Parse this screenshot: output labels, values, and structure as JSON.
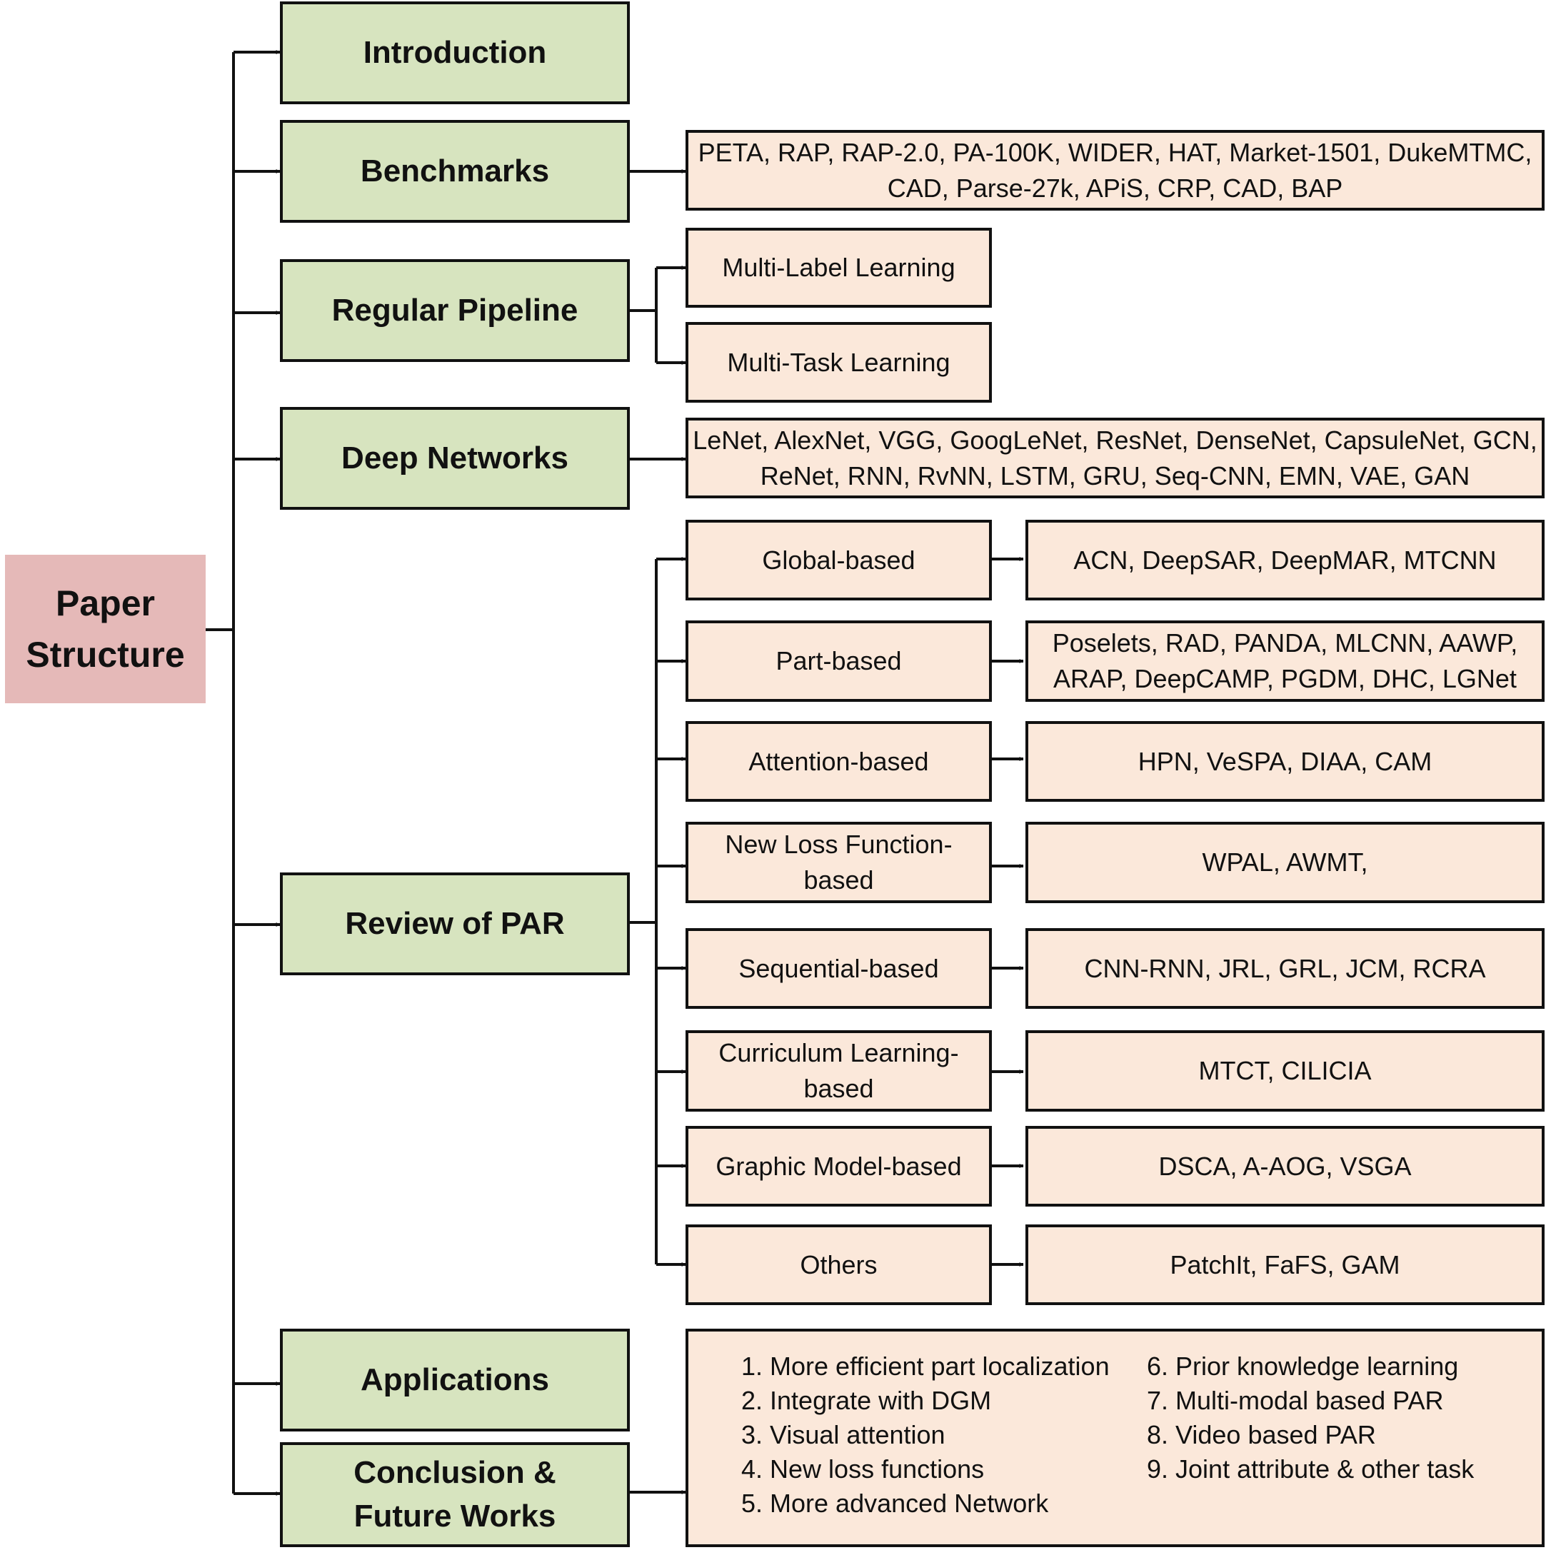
{
  "root": {
    "label_line1": "Paper",
    "label_line2": "Structure"
  },
  "sections": {
    "introduction": "Introduction",
    "benchmarks": "Benchmarks",
    "regular_pipeline": "Regular Pipeline",
    "deep_networks": "Deep Networks",
    "review_of_par": "Review of PAR",
    "applications": "Applications",
    "conclusion_line1": "Conclusion &",
    "conclusion_line2": "Future Works"
  },
  "benchmarks_detail": {
    "line1": "PETA, RAP, RAP-2.0, PA-100K, WIDER,  HAT, Market-1501, DukeMTMC,",
    "line2": "CAD, Parse-27k, APiS, CRP, CAD, BAP"
  },
  "pipeline_items": [
    "Multi-Label Learning",
    "Multi-Task Learning"
  ],
  "deep_networks_detail": {
    "line1": "LeNet, AlexNet, VGG, GoogLeNet, ResNet, DenseNet, CapsuleNet, GCN,",
    "line2": "ReNet, RNN, RvNN, LSTM, GRU, Seq-CNN, EMN, VAE, GAN"
  },
  "par_categories": [
    {
      "label1": "Global-based",
      "label2": "",
      "methods1": "ACN, DeepSAR, DeepMAR, MTCNN",
      "methods2": ""
    },
    {
      "label1": "Part-based",
      "label2": "",
      "methods1": "Poselets, RAD, PANDA, MLCNN, AAWP,",
      "methods2": "ARAP, DeepCAMP, PGDM, DHC, LGNet"
    },
    {
      "label1": "Attention-based",
      "label2": "",
      "methods1": "HPN, VeSPA, DIAA, CAM",
      "methods2": ""
    },
    {
      "label1": "New Loss Function-",
      "label2": "based",
      "methods1": "WPAL, AWMT,",
      "methods2": ""
    },
    {
      "label1": "Sequential-based",
      "label2": "",
      "methods1": "CNN-RNN, JRL, GRL, JCM, RCRA",
      "methods2": ""
    },
    {
      "label1": "Curriculum Learning-",
      "label2": "based",
      "methods1": "MTCT, CILICIA",
      "methods2": ""
    },
    {
      "label1": "Graphic Model-based",
      "label2": "",
      "methods1": "DSCA, A-AOG, VSGA",
      "methods2": ""
    },
    {
      "label1": "Others",
      "label2": "",
      "methods1": "PatchIt, FaFS, GAM",
      "methods2": ""
    }
  ],
  "future_works": [
    "1. More efficient part localization",
    "2. Integrate with DGM",
    "3. Visual attention",
    "4. New loss functions",
    "5. More advanced Network",
    "6. Prior knowledge learning",
    "7. Multi-modal based PAR",
    "8. Video based PAR",
    "9. Joint attribute & other task"
  ],
  "colors": {
    "root_fill": "#e5b9b8",
    "section_fill": "#d7e4bf",
    "detail_fill": "#fbe8da",
    "line": "#111111"
  }
}
